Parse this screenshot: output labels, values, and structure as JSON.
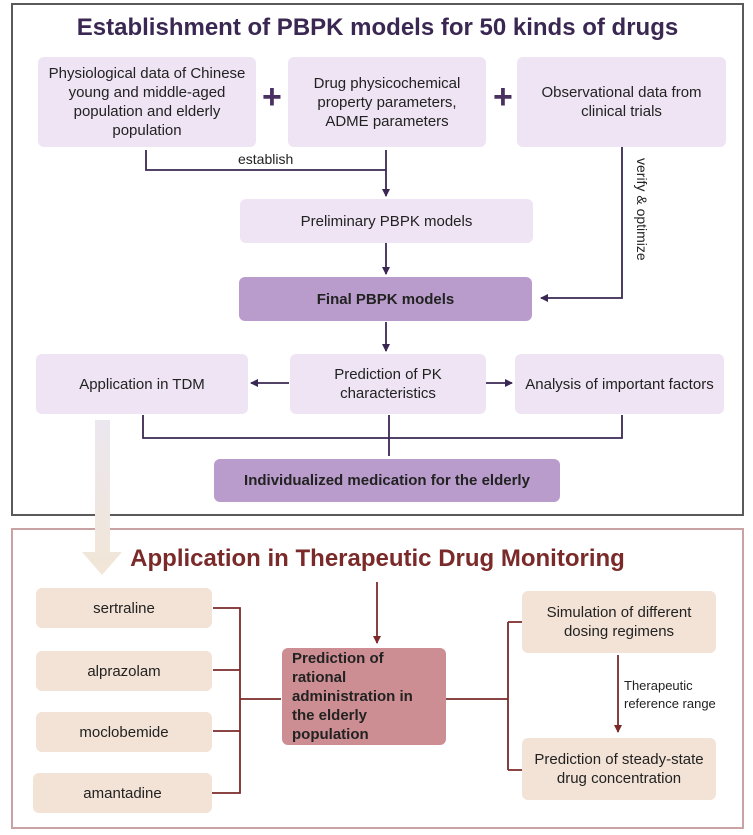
{
  "top_section": {
    "title": "Establishment of PBPK models for 50 kinds of drugs",
    "input_physiological": "Physiological data of Chinese young and middle-aged population and elderly population",
    "input_drug": "Drug physicochemical property parameters, ADME parameters",
    "input_observational": "Observational data from clinical trials",
    "plus_symbol": "+",
    "label_establish": "establish",
    "label_verify": "verify & optimize",
    "preliminary_models": "Preliminary PBPK models",
    "final_models": "Final PBPK models",
    "prediction_pk": "Prediction of PK characteristics",
    "application_tdm": "Application in TDM",
    "analysis_factors": "Analysis of important factors",
    "individualized": "Individualized medication for the elderly"
  },
  "bottom_section": {
    "title": "Application in Therapeutic Drug Monitoring",
    "drugs": [
      "sertraline",
      "alprazolam",
      "moclobemide",
      "amantadine"
    ],
    "prediction_rational": "Prediction of rational administration in the elderly population",
    "simulation": "Simulation of different dosing regimens",
    "label_reference": "Therapeutic reference range",
    "prediction_steady": "Prediction of steady-state drug concentration"
  },
  "colors": {
    "top_arrow": "#3a2752",
    "bottom_arrow": "#7b2a2a",
    "light_lavender": "#eee4f3",
    "dark_lavender": "#b99ccc",
    "beige": "#f3e3d6",
    "rose": "#cc8e92"
  }
}
